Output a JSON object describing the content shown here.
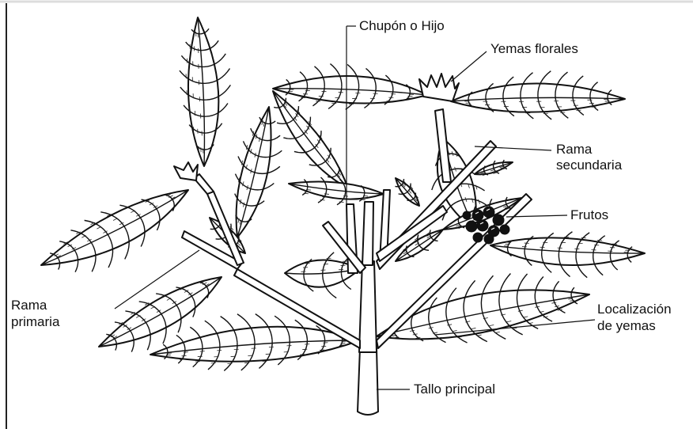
{
  "labels": {
    "chupon": "Chupón o Hijo",
    "yemas_florales": "Yemas florales",
    "rama_secundaria": [
      "Rama",
      "secundaria"
    ],
    "frutos": "Frutos",
    "rama_primaria": [
      "Rama",
      "primaria"
    ],
    "localizacion": [
      "Localización",
      "de yemas"
    ],
    "tallo": "Tallo principal"
  }
}
